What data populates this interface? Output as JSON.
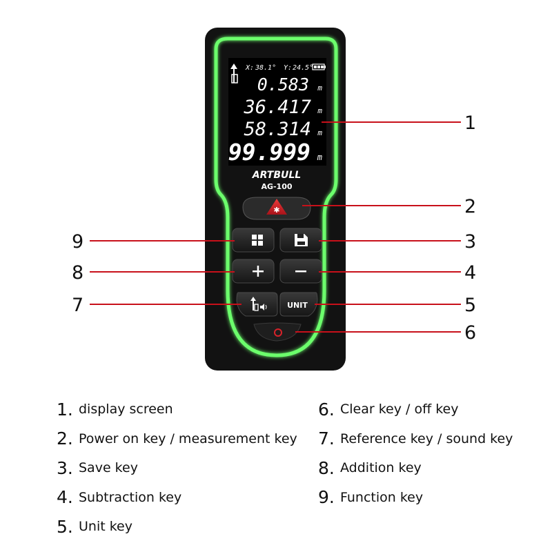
{
  "device": {
    "brand": "ARTBULL",
    "model": "AG-100",
    "screen": {
      "x_label": "X:",
      "x_value": "38.1°",
      "y_label": "Y:",
      "y_value": "24.5°",
      "readings": [
        {
          "value": "0.583",
          "unit": "m"
        },
        {
          "value": "36.417",
          "unit": "m"
        },
        {
          "value": "58.314",
          "unit": "m"
        },
        {
          "value": "99.999",
          "unit": "m"
        }
      ]
    },
    "keys": {
      "unit_label": "UNIT"
    }
  },
  "callouts": [
    {
      "number": "1",
      "target": "display screen",
      "side": "right"
    },
    {
      "number": "2",
      "target": "power on key",
      "side": "right"
    },
    {
      "number": "3",
      "target": "save key",
      "side": "right"
    },
    {
      "number": "4",
      "target": "subtraction key",
      "side": "right"
    },
    {
      "number": "5",
      "target": "unit key",
      "side": "right"
    },
    {
      "number": "6",
      "target": "clear key",
      "side": "right"
    },
    {
      "number": "7",
      "target": "reference key",
      "side": "left"
    },
    {
      "number": "8",
      "target": "addition key",
      "side": "left"
    },
    {
      "number": "9",
      "target": "function key",
      "side": "left"
    }
  ],
  "legend": {
    "left": [
      {
        "num": "1.",
        "text": "display screen"
      },
      {
        "num": "2.",
        "text": "Power on key / measurement key"
      },
      {
        "num": "3.",
        "text": "Save key"
      },
      {
        "num": "4.",
        "text": "Subtraction key"
      },
      {
        "num": "5.",
        "text": "Unit key"
      }
    ],
    "right": [
      {
        "num": "6.",
        "text": "Clear key / off key"
      },
      {
        "num": "7.",
        "text": "Reference key / sound key"
      },
      {
        "num": "8.",
        "text": "Addition key"
      },
      {
        "num": "9.",
        "text": "Function key"
      }
    ]
  },
  "colors": {
    "callout_line": "#c8101a",
    "glow": "#6cff6c",
    "device_body": "#111111",
    "screen_bg": "#000000",
    "screen_text": "#ffffff",
    "laser_key": "#d8222a"
  }
}
